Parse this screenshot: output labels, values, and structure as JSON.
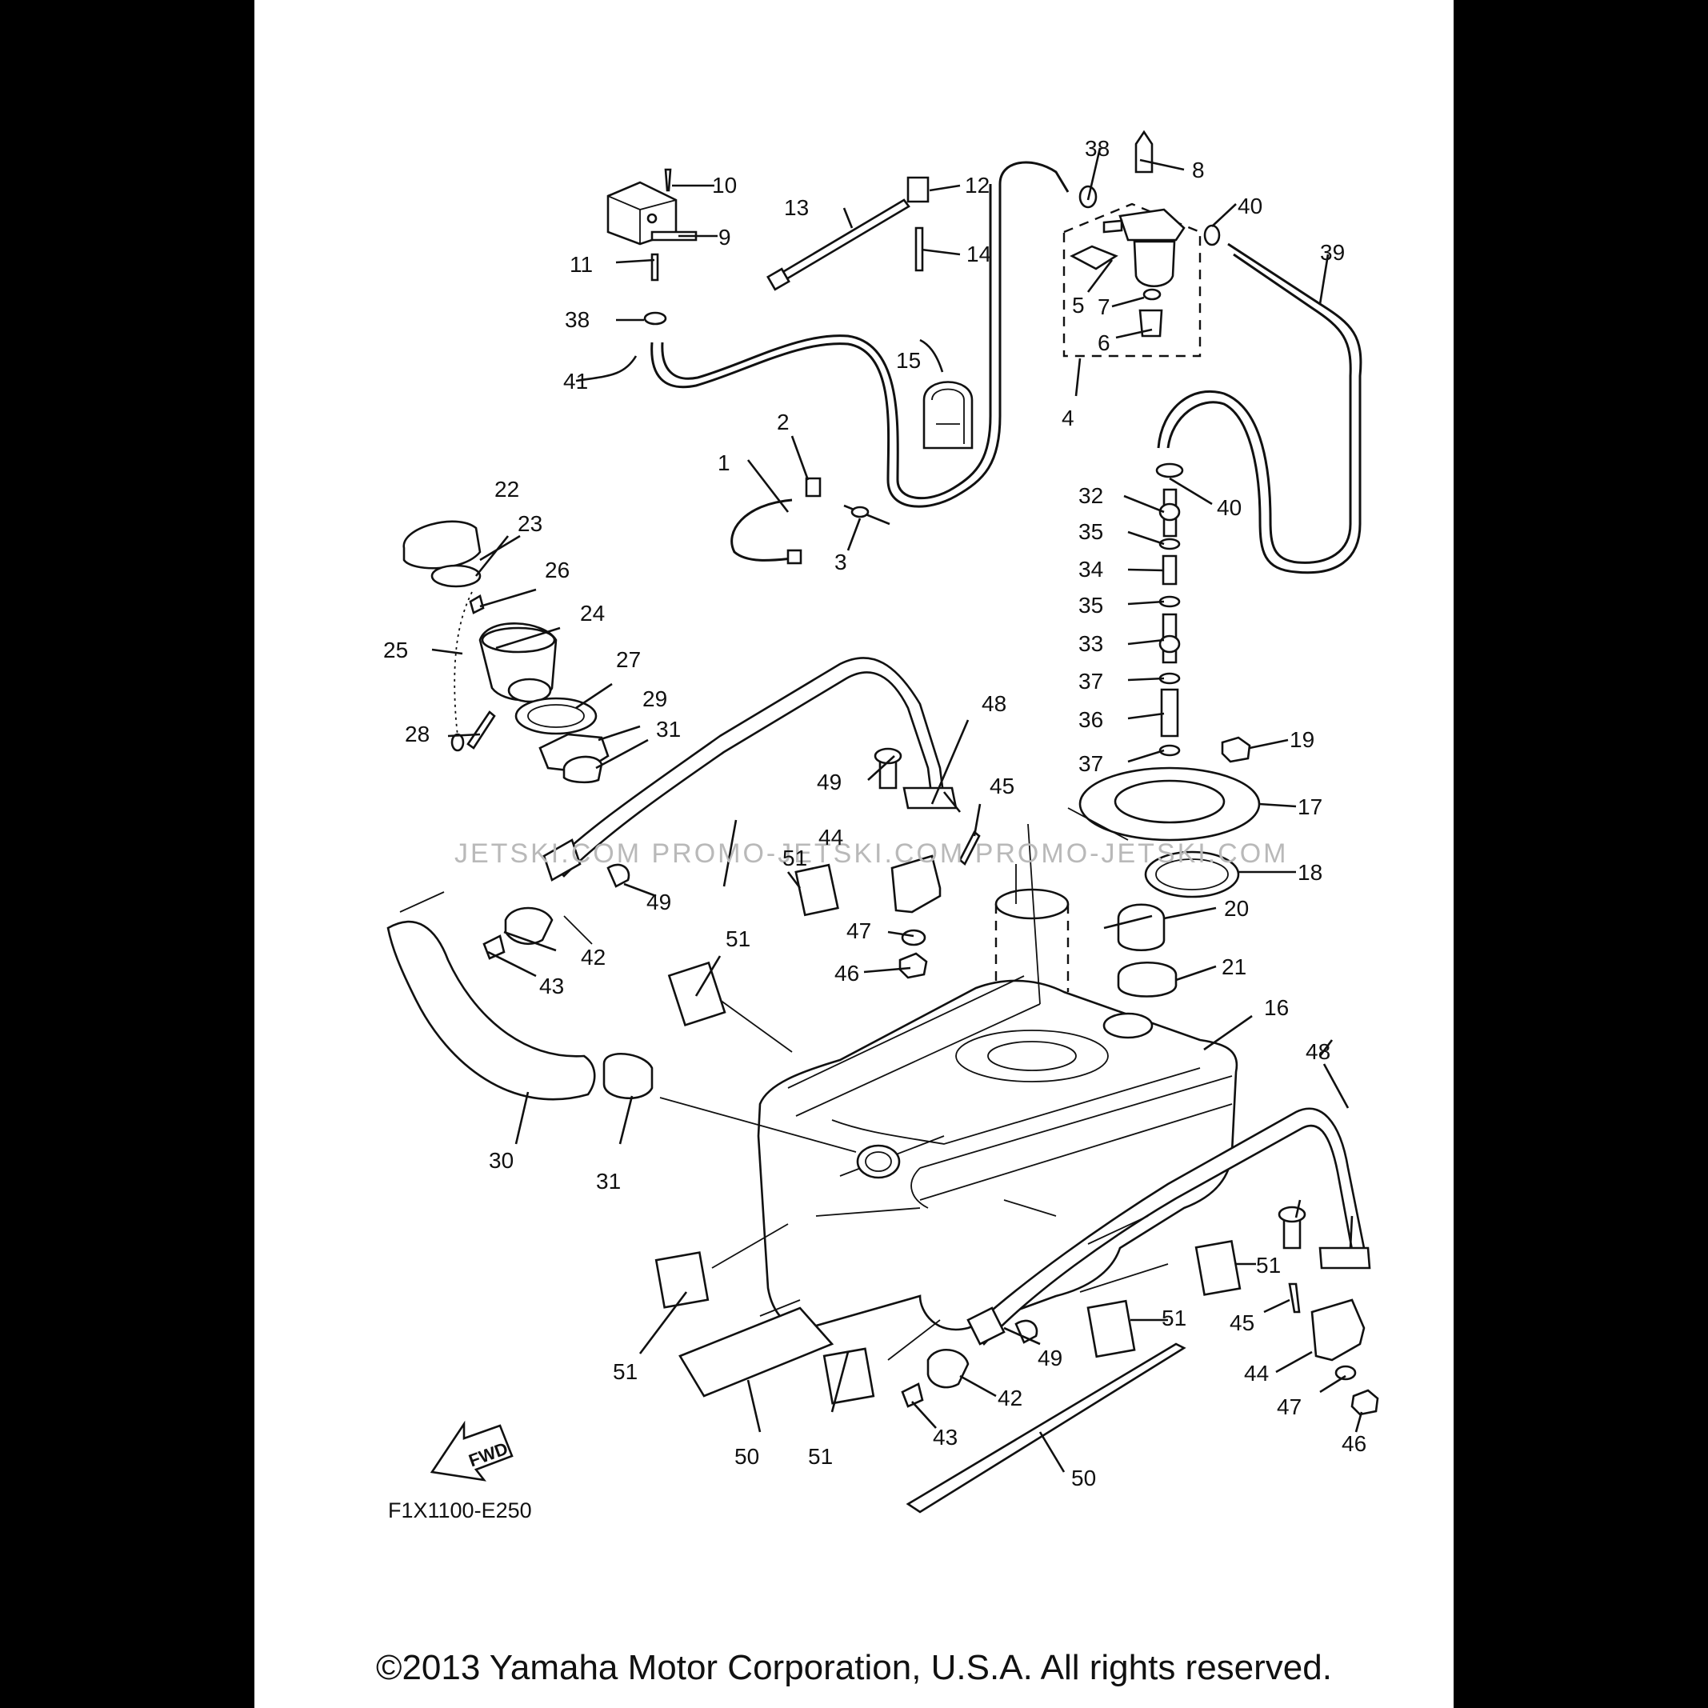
{
  "figure": {
    "code": "F1X1100-E250",
    "fwd_label": "FWD",
    "copyright": "©2013 Yamaha Motor Corporation, U.S.A. All rights reserved.",
    "watermark": "JETSKI.COM PROMO-JETSKI.COM PROMO-JETSKI.COM"
  },
  "callouts": {
    "c1": "1",
    "c2": "2",
    "c3": "3",
    "c4": "4",
    "c5": "5",
    "c6": "6",
    "c7": "7",
    "c8": "8",
    "c9": "9",
    "c10": "10",
    "c11": "11",
    "c12": "12",
    "c13": "13",
    "c14": "14",
    "c15": "15",
    "c16": "16",
    "c17": "17",
    "c18": "18",
    "c19": "19",
    "c20": "20",
    "c21": "21",
    "c22": "22",
    "c23": "23",
    "c24": "24",
    "c25": "25",
    "c26": "26",
    "c27": "27",
    "c28": "28",
    "c29": "29",
    "c30": "30",
    "c31a": "31",
    "c31b": "31",
    "c32": "32",
    "c33": "33",
    "c34": "34",
    "c35a": "35",
    "c35b": "35",
    "c36": "36",
    "c37a": "37",
    "c37b": "37",
    "c38a": "38",
    "c38b": "38",
    "c39": "39",
    "c40a": "40",
    "c40b": "40",
    "c41": "41",
    "c42a": "42",
    "c42b": "42",
    "c43a": "43",
    "c43b": "43",
    "c44a": "44",
    "c44b": "44",
    "c45a": "45",
    "c45b": "45",
    "c46a": "46",
    "c46b": "46",
    "c47a": "47",
    "c47b": "47",
    "c48a": "48",
    "c48b": "48",
    "c49a": "49",
    "c49b": "49",
    "c49c": "49",
    "c50a": "50",
    "c50b": "50",
    "c51a": "51",
    "c51b": "51",
    "c51c": "51",
    "c51d": "51",
    "c51e": "51",
    "c51f": "51"
  },
  "colors": {
    "background": "#000000",
    "paper": "#ffffff",
    "ink": "#111111",
    "watermark": "#b9b9b9"
  }
}
